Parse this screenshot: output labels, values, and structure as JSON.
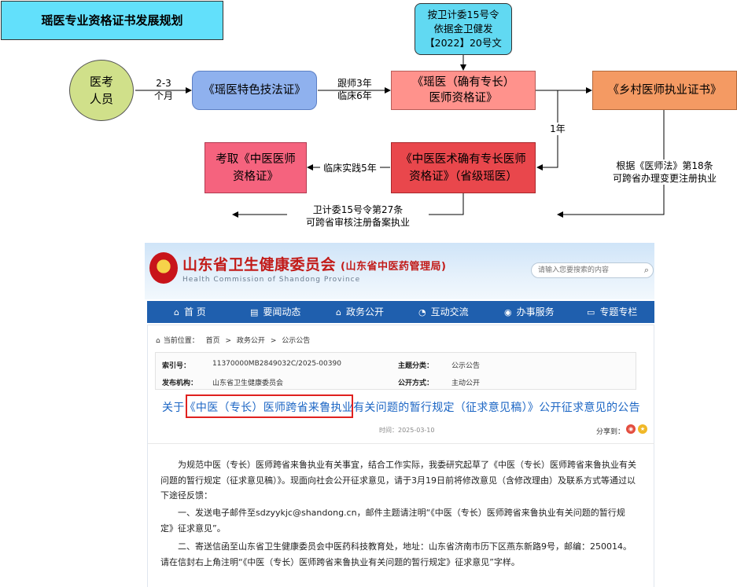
{
  "title": "瑶医专业资格证书发展规划",
  "flow": {
    "exam_people": "医考\n人员",
    "technique_cert": "《瑶医特色技法证》",
    "yao_doctor_cert": "《瑶医（确有专长）\n医师资格证》",
    "rural_cert": "《乡村医师执业证书》",
    "provincial_cert": "《中医医术确有专长医师\n资格证》（省级瑶医）",
    "tcm_cert": "考取《中医医师\n资格证》",
    "policy_note": "按卫计委15号令\n依据金卫健发\n【2022】20号文",
    "label_2_3_months": "2-3\n个月",
    "label_apprentice": "跟师3年\n临床6年",
    "label_1_year": "1年",
    "label_clinical_5": "临床实践5年",
    "label_article27": "卫计委15号令第27条\n可跨省审核注册备案执业",
    "label_article18": "根据《医师法》第18条\n可跨省办理变更注册执业",
    "colors": {
      "title_bg": "#62e0fb",
      "exam_bg": "#d0e08a",
      "technique_bg": "#8fb1ee",
      "yao_doctor_bg": "#ff928c",
      "rural_bg": "#f49a63",
      "provincial_bg": "#e9474c",
      "tcm_bg": "#f5637e",
      "policy_bg": "#61d9f2"
    }
  },
  "web": {
    "site_title": "山东省卫生健康委员会",
    "site_title_suffix": "(山东省中医药管理局)",
    "site_subtitle": "Health Commission of Shandong Province",
    "search_placeholder": "请输入您要搜索的内容",
    "nav": [
      {
        "icon": "home-icon",
        "label": "首  页"
      },
      {
        "icon": "news-icon",
        "label": "要闻动态"
      },
      {
        "icon": "gov-icon",
        "label": "政务公开"
      },
      {
        "icon": "chat-icon",
        "label": "互动交流"
      },
      {
        "icon": "service-icon",
        "label": "办事服务"
      },
      {
        "icon": "topic-icon",
        "label": "专题专栏"
      }
    ],
    "breadcrumb": {
      "prefix": "当前位置：",
      "items": [
        "首页",
        "政务公开",
        "公示公告"
      ],
      "separator": ">"
    },
    "meta": {
      "index_key": "索引号：",
      "index_val": "11370000MB2849032C/2025-00390",
      "topic_key": "主题分类：",
      "topic_val": "公示公告",
      "publisher_key": "发布机构：",
      "publisher_val": "山东省卫生健康委员会",
      "open_key": "公开方式：",
      "open_val": "主动公开"
    },
    "article_title": "关于《中医（专长）医师跨省来鲁执业有关问题的暂行规定（征求意见稿）》公开征求意见的公告",
    "publish_time": "时间：2025-03-10",
    "share_label": "分享到：",
    "paragraphs": [
      "为规范中医（专长）医师跨省来鲁执业有关事宜，结合工作实际，我委研究起草了《中医（专长）医师跨省来鲁执业有关问题的暂行规定（征求意见稿）》。现面向社会公开征求意见，请于3月19日前将修改意见（含修改理由）及联系方式等通过以下途径反馈：",
      "一、发送电子邮件至sdzyykjc@shandong.cn，邮件主题请注明“《中医（专长）医师跨省来鲁执业有关问题的暂行规定》征求意见”。",
      "二、寄送信函至山东省卫生健康委员会中医药科技教育处，地址：山东省济南市历下区燕东新路9号，邮编：250014。请在信封右上角注明“《中医（专长）医师跨省来鲁执业有关问题的暂行规定》征求意见”字样。"
    ]
  }
}
